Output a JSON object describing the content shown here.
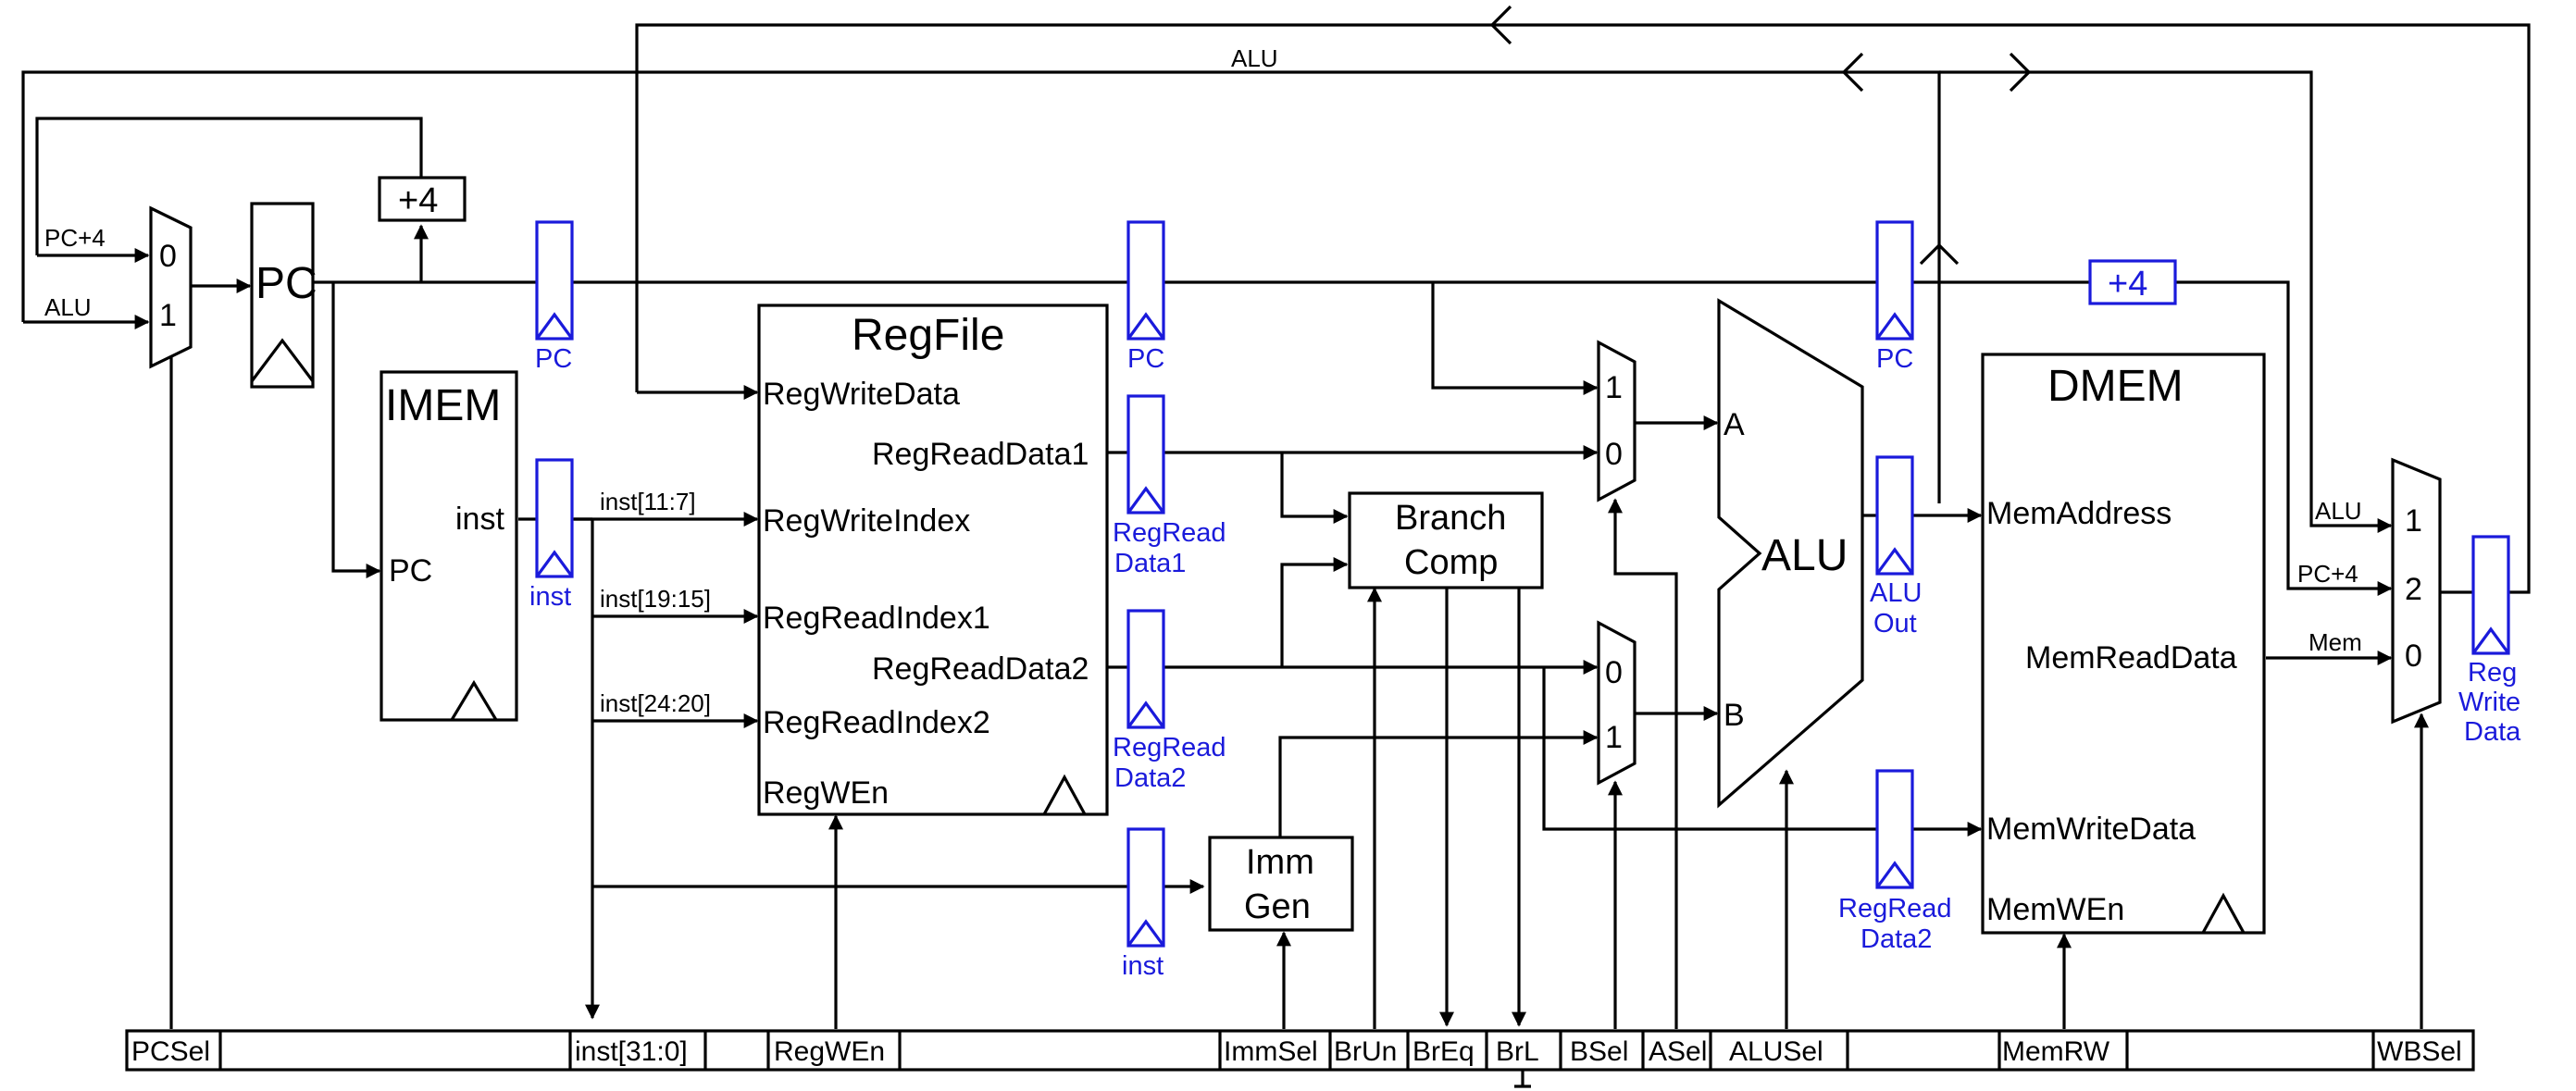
{
  "blocks": {
    "regfile": {
      "title": "RegFile",
      "ports": {
        "write_data": "RegWriteData",
        "read_data1": "RegReadData1",
        "write_index": "RegWriteIndex",
        "read_index1": "RegReadIndex1",
        "read_data2": "RegReadData2",
        "read_index2": "RegReadIndex2",
        "wen": "RegWEn"
      }
    },
    "imem": {
      "title": "IMEM",
      "inst": "inst",
      "pc": "PC"
    },
    "dmem": {
      "title": "DMEM",
      "address": "MemAddress",
      "read_data": "MemReadData",
      "write_data": "MemWriteData",
      "wen": "MemWEn"
    },
    "alu": {
      "title": "ALU",
      "a": "A",
      "b": "B"
    },
    "pc": {
      "title": "PC"
    },
    "plus4": {
      "label": "+4"
    },
    "plus4_blue": {
      "label": "+4"
    },
    "branch": {
      "line1": "Branch",
      "line2": "Comp"
    },
    "immgen": {
      "line1": "Imm",
      "line2": "Gen"
    }
  },
  "mux": {
    "pc_sel": [
      "0",
      "1"
    ],
    "a_sel": [
      "1",
      "0"
    ],
    "b_sel": [
      "0",
      "1"
    ],
    "wb_sel": [
      "1",
      "2",
      "0"
    ]
  },
  "wires": {
    "alu_top": "ALU",
    "pc4_left": "PC+4",
    "alu_left": "ALU",
    "alu_wb": "ALU",
    "pc4_wb": "PC+4",
    "mem_wb": "Mem",
    "inst_11_7": "inst[11:7]",
    "inst_19_15": "inst[19:15]",
    "inst_24_20": "inst[24:20]"
  },
  "pipeline_regs": {
    "pc1": "PC",
    "inst1": "inst",
    "pc2": "PC",
    "rd1_a": "RegRead",
    "rd1_b": "Data1",
    "rd2_a": "RegRead",
    "rd2_b": "Data2",
    "inst2": "inst",
    "pc3": "PC",
    "alu_out_a": "ALU",
    "alu_out_b": "Out",
    "rd2b_a": "RegRead",
    "rd2b_b": "Data2",
    "wb_a": "Reg",
    "wb_b": "Write",
    "wb_c": "Data"
  },
  "control": {
    "pcsel": "PCSel",
    "inst": "inst[31:0]",
    "regwen": "RegWEn",
    "immsel": "ImmSel",
    "brun": "BrUn",
    "breq": "BrEq",
    "brl": "BrL",
    "bsel": "BSel",
    "asel": "ASel",
    "alusel": "ALUSel",
    "memrw": "MemRW",
    "wbsel": "WBSel"
  }
}
